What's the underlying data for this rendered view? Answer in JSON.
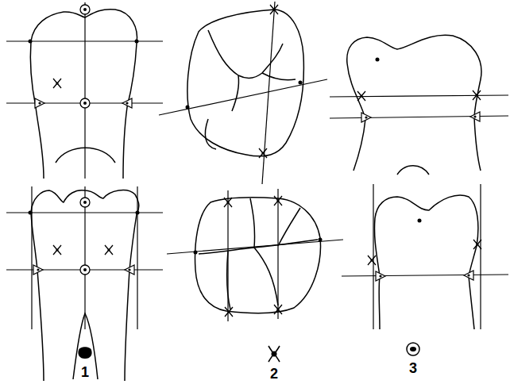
{
  "diagram": {
    "legend": [
      {
        "text": "1"
      },
      {
        "text": "2"
      },
      {
        "text": "3"
      }
    ]
  }
}
